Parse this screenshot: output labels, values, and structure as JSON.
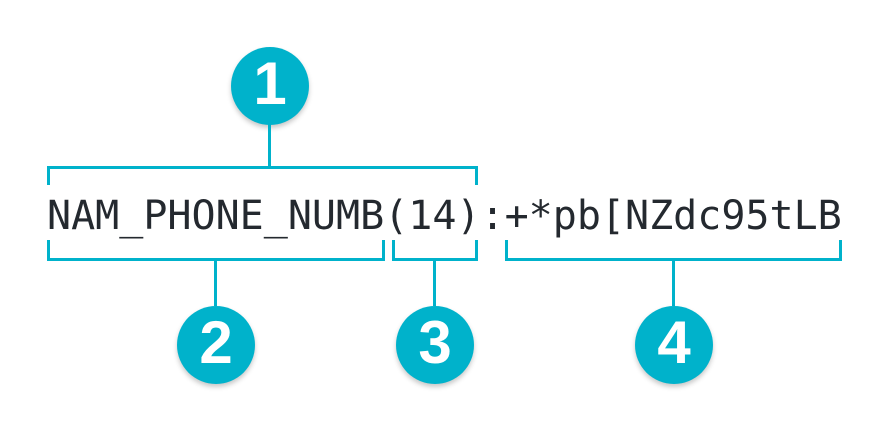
{
  "diagram": {
    "code": {
      "full": "NAM_PHONE_NUMB(14):+*pb[NZdc95tLB",
      "field_name": "NAM_PHONE_NUMB",
      "length": "(14)",
      "separator": ":",
      "masked_value": "+*pb[NZdc95tLB"
    },
    "callouts": [
      {
        "number": "1"
      },
      {
        "number": "2"
      },
      {
        "number": "3"
      },
      {
        "number": "4"
      }
    ],
    "colors": {
      "accent": "#00b2cb",
      "text": "#24292f",
      "background": "#ffffff"
    }
  }
}
